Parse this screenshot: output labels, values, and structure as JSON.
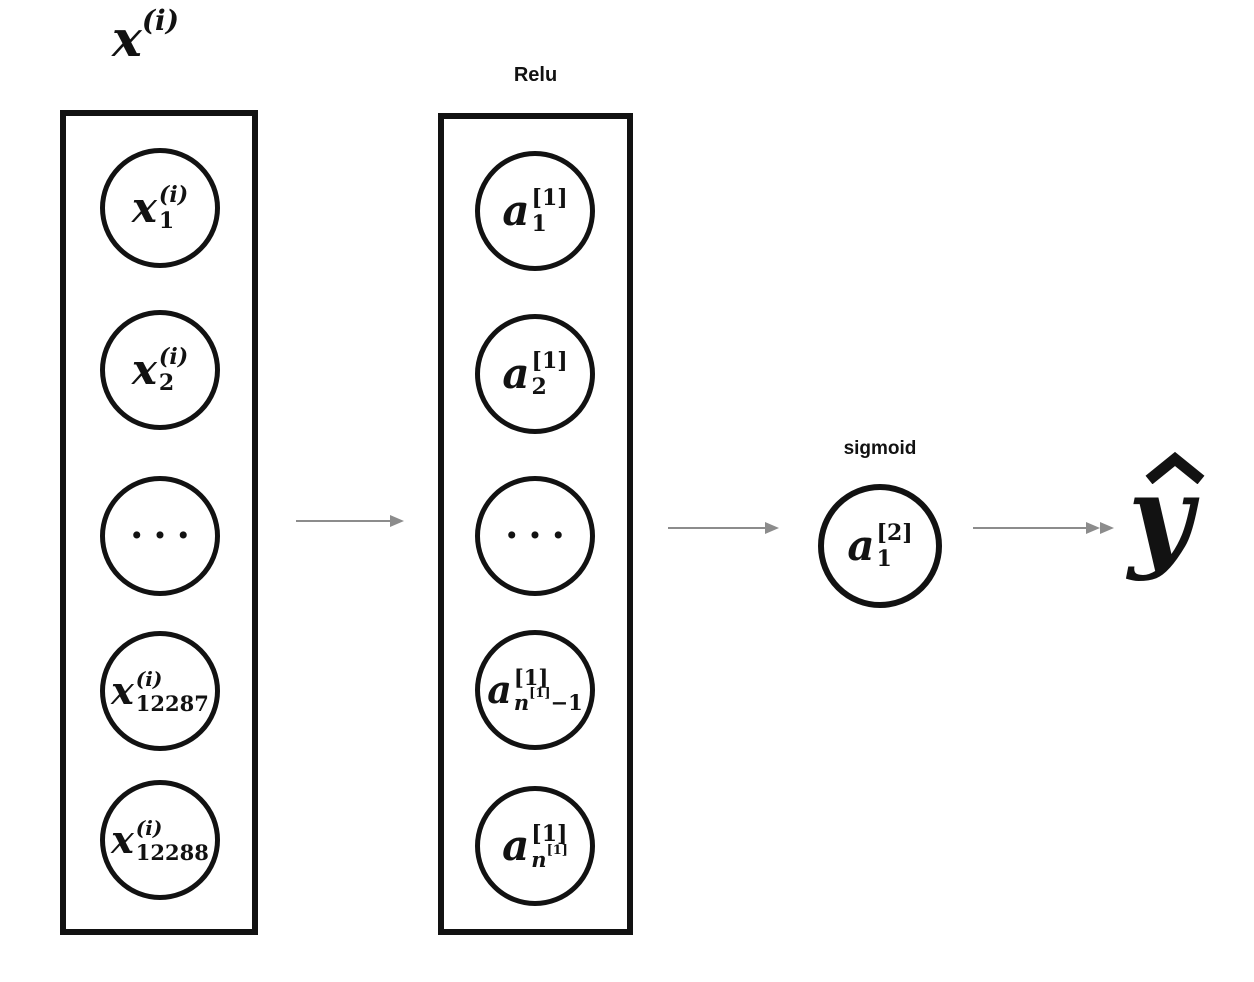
{
  "canvas": {
    "background_color": "#ffffff",
    "ink_color": "#121212",
    "arrow_color": "#8c8c8c"
  },
  "input_layer": {
    "title_base": "x",
    "title_sup": "(i)",
    "nodes": [
      {
        "base": "x",
        "sup": "(i)",
        "sub": "1"
      },
      {
        "base": "x",
        "sup": "(i)",
        "sub": "2"
      },
      {
        "dots": "..."
      },
      {
        "base": "x",
        "sup": "(i)",
        "sub": "12287"
      },
      {
        "base": "x",
        "sup": "(i)",
        "sub": "12288"
      }
    ]
  },
  "hidden_layer": {
    "activation_label": "Relu",
    "nodes": [
      {
        "base": "a",
        "sup": "[1]",
        "sub": "1"
      },
      {
        "base": "a",
        "sup": "[1]",
        "sub": "2"
      },
      {
        "dots": "..."
      },
      {
        "base": "a",
        "sup": "[1]",
        "sub_base": "n",
        "sub_sup": "[1]",
        "sub_tail": "−1"
      },
      {
        "base": "a",
        "sup": "[1]",
        "sub_base": "n",
        "sub_sup": "[1]"
      }
    ]
  },
  "output_layer": {
    "activation_label": "sigmoid",
    "node": {
      "base": "a",
      "sup": "[2]",
      "sub": "1"
    }
  },
  "prediction": {
    "base": "y",
    "hat": "^"
  }
}
